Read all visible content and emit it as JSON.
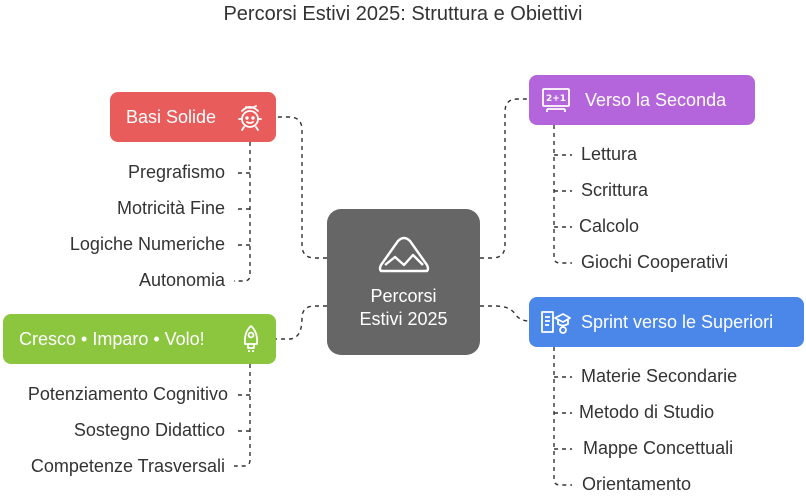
{
  "title": "Percorsi Estivi 2025: Struttura e Obiettivi",
  "center": {
    "line1": "Percorsi",
    "line2": "Estivi 2025",
    "icon": "mountain-icon"
  },
  "colors": {
    "red": "#e85c5c",
    "green": "#8cc63f",
    "purple": "#b565dc",
    "blue": "#4a87e8",
    "center": "#666666",
    "connector": "#333333"
  },
  "branches": {
    "basi": {
      "label": "Basi Solide",
      "icon": "child-face-icon",
      "items": [
        "Pregrafismo",
        "Motricità Fine",
        "Logiche Numeriche",
        "Autonomia"
      ]
    },
    "cresco": {
      "label": "Cresco • Imparo • Volo!",
      "icon": "rocket-icon",
      "items": [
        "Potenziamento Cognitivo",
        "Sostegno Didattico",
        "Competenze Trasversali"
      ]
    },
    "verso": {
      "label": "Verso la Seconda",
      "icon": "blackboard-math-icon",
      "items": [
        "Lettura",
        "Scrittura",
        "Calcolo",
        "Giochi Cooperativi"
      ]
    },
    "sprint": {
      "label": "Sprint verso le Superiori",
      "icon": "graduate-document-icon",
      "items": [
        "Materie Secondarie",
        "Metodo di Studio",
        "Mappe Concettuali",
        "Orientamento"
      ]
    }
  }
}
